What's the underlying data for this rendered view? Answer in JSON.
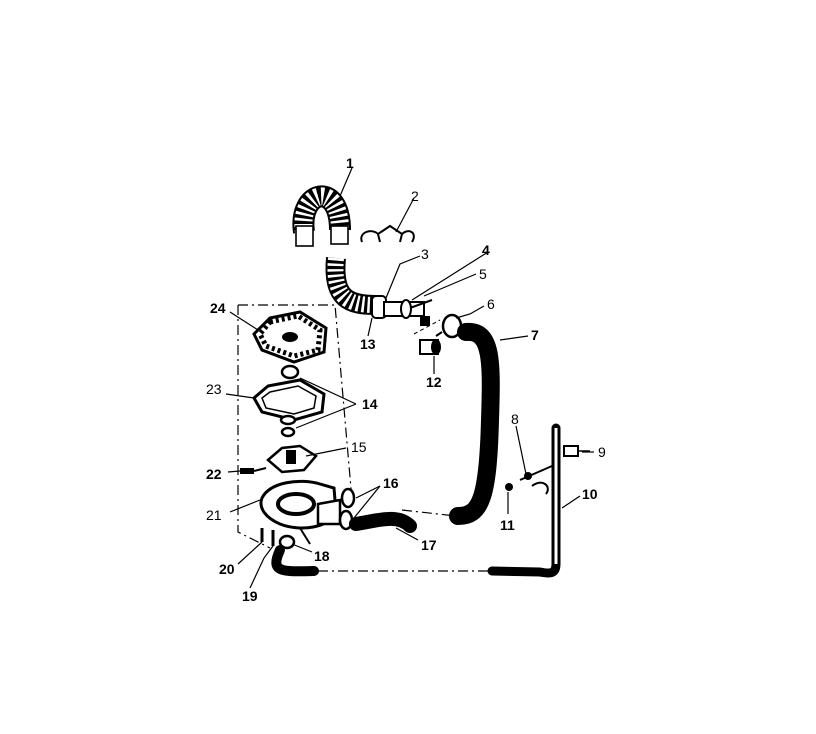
{
  "callouts": [
    {
      "id": "c1",
      "text": "1"
    },
    {
      "id": "c2",
      "text": "2"
    },
    {
      "id": "c3",
      "text": "3"
    },
    {
      "id": "c4",
      "text": "4"
    },
    {
      "id": "c5",
      "text": "5"
    },
    {
      "id": "c6",
      "text": "6"
    },
    {
      "id": "c7",
      "text": "7"
    },
    {
      "id": "c8",
      "text": "8"
    },
    {
      "id": "c9",
      "text": "9"
    },
    {
      "id": "c10",
      "text": "10"
    },
    {
      "id": "c11",
      "text": "11"
    },
    {
      "id": "c12",
      "text": "12"
    },
    {
      "id": "c13",
      "text": "13"
    },
    {
      "id": "c14",
      "text": "14"
    },
    {
      "id": "c15",
      "text": "15"
    },
    {
      "id": "c16",
      "text": "16"
    },
    {
      "id": "c17",
      "text": "17"
    },
    {
      "id": "c18",
      "text": "18"
    },
    {
      "id": "c19",
      "text": "19"
    },
    {
      "id": "c20",
      "text": "20"
    },
    {
      "id": "c21",
      "text": "21"
    },
    {
      "id": "c22",
      "text": "22"
    },
    {
      "id": "c23",
      "text": "23"
    },
    {
      "id": "c24",
      "text": "24"
    }
  ],
  "parts": [
    {
      "id": "p1",
      "icon": "corrugated-drain-hose"
    },
    {
      "id": "p2",
      "icon": "hose-clip"
    },
    {
      "id": "p3",
      "icon": "hose-clamp"
    },
    {
      "id": "p4",
      "icon": "check-valve-body"
    },
    {
      "id": "p5",
      "icon": "valve-spring"
    },
    {
      "id": "p6",
      "icon": "hose-clamp"
    },
    {
      "id": "p7",
      "icon": "drain-hose-black"
    },
    {
      "id": "p8",
      "icon": "tube-clip"
    },
    {
      "id": "p9",
      "icon": "tube-clip"
    },
    {
      "id": "p10",
      "icon": "fill-tube"
    },
    {
      "id": "p11",
      "icon": "screw"
    },
    {
      "id": "p12",
      "icon": "fitting"
    },
    {
      "id": "p13",
      "icon": "hose-clamp"
    },
    {
      "id": "p14",
      "icon": "seal-washers"
    },
    {
      "id": "p15",
      "icon": "impeller"
    },
    {
      "id": "p16",
      "icon": "hose-clamps"
    },
    {
      "id": "p17",
      "icon": "pump-hose"
    },
    {
      "id": "p18",
      "icon": "clamp"
    },
    {
      "id": "p19",
      "icon": "screw"
    },
    {
      "id": "p20",
      "icon": "screw"
    },
    {
      "id": "p21",
      "icon": "pump-housing"
    },
    {
      "id": "p22",
      "icon": "screw"
    },
    {
      "id": "p23",
      "icon": "gasket"
    },
    {
      "id": "p24",
      "icon": "pump-cover"
    }
  ]
}
